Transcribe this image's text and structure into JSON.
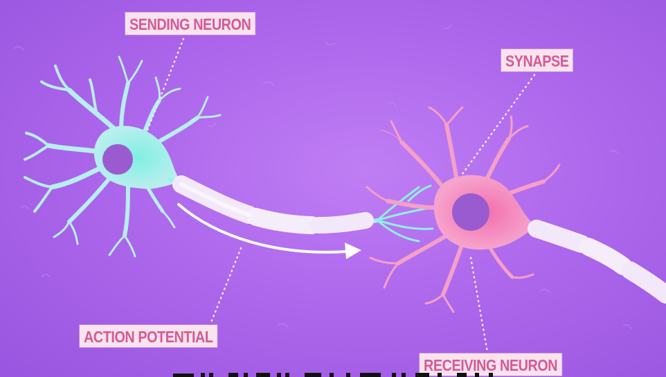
{
  "labels": {
    "sending_neuron": "SENDING NEURON",
    "synapse": "SYNAPSE",
    "action_potential": "ACTION POTENTIAL",
    "receiving_neuron": "RECEIVING NEURON"
  },
  "colors": {
    "background": "#ad68ec",
    "sending_neuron": "#a8ece6",
    "receiving_neuron": "#f08cc0",
    "nucleus": "#9b5bd0",
    "myelin": "#f3e8fa",
    "label_background": "#f9e3ef",
    "label_text": "#d55a93"
  }
}
